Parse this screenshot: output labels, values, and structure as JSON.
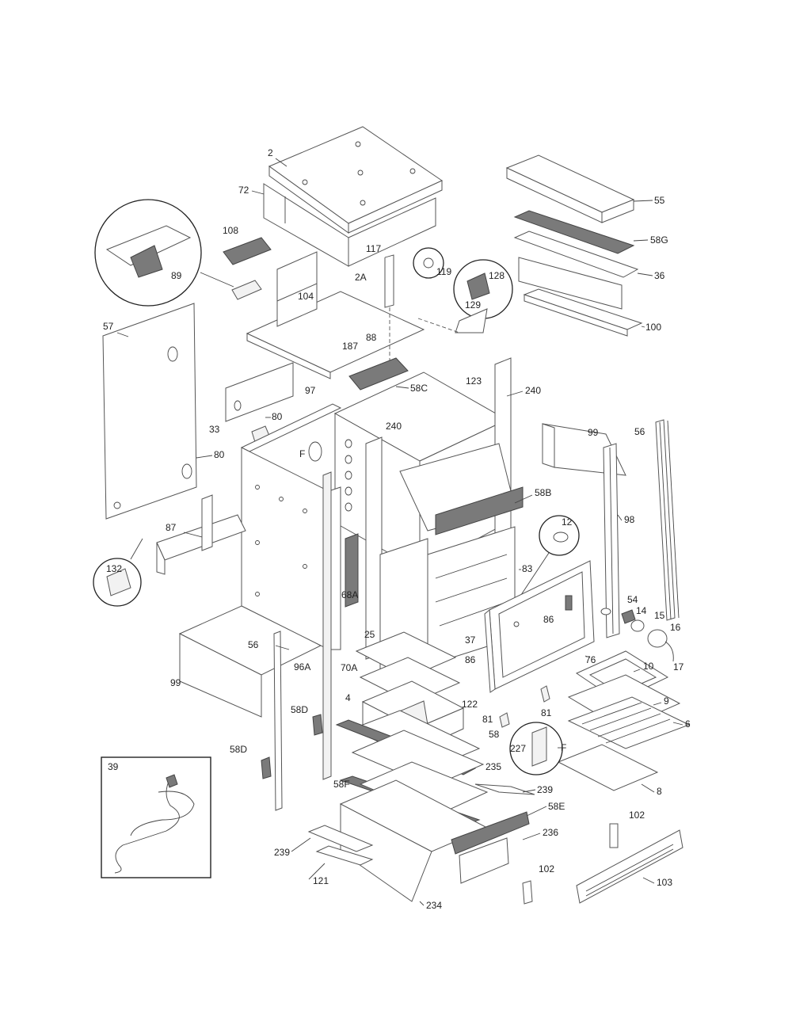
{
  "labels": {
    "l2": "2",
    "l72": "72",
    "l55": "55",
    "l58G": "58G",
    "l108": "108",
    "l117": "117",
    "l119": "119",
    "l128": "128",
    "l129": "129",
    "l36": "36",
    "l89": "89",
    "l2A": "2A",
    "l104": "104",
    "l100": "100",
    "l57": "57",
    "l187": "187",
    "l88": "88",
    "l58C": "58C",
    "l123": "123",
    "l240a": "240",
    "l240b": "240",
    "l97": "97",
    "l80a": "80",
    "l80b": "80",
    "l33": "33",
    "l99a": "99",
    "l56a": "56",
    "l58B": "58B",
    "l12": "12",
    "l98": "98",
    "l87": "87",
    "l132": "132",
    "l68A": "68A",
    "l83": "83",
    "l54": "54",
    "l14": "14",
    "l15": "15",
    "l16": "16",
    "l86a": "86",
    "l37": "37",
    "l17": "17",
    "l25": "25",
    "l76": "76",
    "l56b": "56",
    "l96A": "96A",
    "l70A": "70A",
    "l86b": "86",
    "l10": "10",
    "l99b": "99",
    "l4": "4",
    "l81a": "81",
    "l81b": "81",
    "l9": "9",
    "l58D": "58D",
    "l122": "122",
    "l6": "6",
    "l58": "58",
    "l227": "227",
    "l39": "39",
    "l58Dd": "58D",
    "l235": "235",
    "l58F": "58F",
    "l239a": "239",
    "l8": "8",
    "l58E": "58E",
    "l102a": "102",
    "l236": "236",
    "l239b": "239",
    "l121": "121",
    "l102b": "102",
    "l103": "103",
    "l234": "234",
    "lF1": "F",
    "lF2": "F"
  }
}
